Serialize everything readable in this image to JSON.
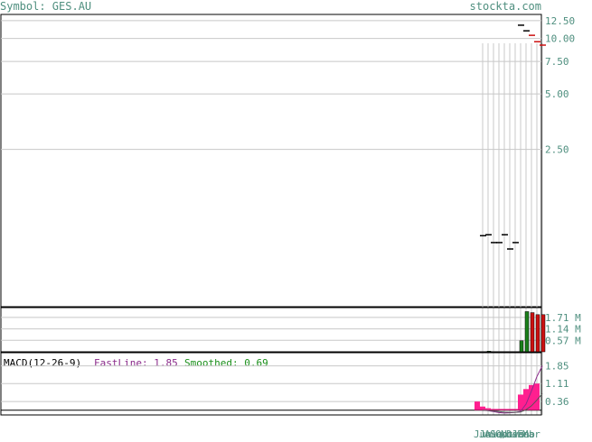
{
  "header": {
    "symbol": "Symbol: GES.AU",
    "brand": "stockta.com"
  },
  "colors": {
    "axis_text": "#4f8f7f",
    "grid": "#c8c8c8",
    "frame": "#000000",
    "up": "#1a7f1a",
    "down": "#cc1111",
    "macd_hist": "#ff1f8f",
    "fastline_label": "#8a2a8a",
    "smoothed_label": "#1a8f1a"
  },
  "chart_data": [
    {
      "type": "line",
      "panel": "price",
      "y_scale": "log",
      "ylim": [
        0.35,
        13.5
      ],
      "y_ticks": [
        "12.50",
        "10.00",
        "7.50",
        "5.00",
        "2.50"
      ],
      "y_tick_values": [
        12.5,
        10.0,
        7.5,
        5.0,
        2.5
      ],
      "bars": [
        {
          "close": 0.85
        },
        {
          "close": 0.86
        },
        {
          "close": 0.78
        },
        {
          "close": 0.78
        },
        {
          "close": 0.86
        },
        {
          "close": 0.72
        },
        {
          "close": 0.78
        },
        {
          "close": 11.8
        },
        {
          "close": 11.0
        },
        {
          "close": 10.4
        },
        {
          "close": 9.6
        },
        {
          "close": 9.2
        }
      ]
    },
    {
      "type": "bar",
      "panel": "volume",
      "ylim": [
        0,
        2.2
      ],
      "y_ticks": [
        "1.71 M",
        "1.14 M",
        "0.57 M"
      ],
      "y_tick_values": [
        1.71,
        1.14,
        0.57
      ],
      "values": [
        0.0,
        0.03,
        0.0,
        0.0,
        0.0,
        0.0,
        0.0,
        0.55,
        2.0,
        1.95,
        1.85,
        1.85
      ],
      "direction": [
        "up",
        "up",
        "up",
        "up",
        "up",
        "up",
        "up",
        "up",
        "up",
        "down",
        "down",
        "down"
      ]
    },
    {
      "type": "area",
      "panel": "macd",
      "title": "MACD(12-26-9)",
      "fastline_label": "FastLine: 1.85",
      "smoothed_label": "Smoothed: 0.69",
      "ylim": [
        -0.2,
        2.4
      ],
      "y_ticks": [
        "1.85",
        "1.11",
        "0.36"
      ],
      "y_tick_values": [
        1.85,
        1.11,
        0.36
      ],
      "histogram": [
        0.36,
        0.15,
        0.08,
        0.05,
        0.05,
        0.05,
        0.05,
        0.05,
        0.65,
        0.88,
        1.05,
        1.11
      ],
      "fastline": [
        0.0,
        -0.02,
        -0.06,
        -0.1,
        -0.12,
        -0.11,
        -0.09,
        -0.05,
        0.25,
        0.8,
        1.4,
        1.85
      ],
      "smoothed": [
        0.0,
        -0.01,
        -0.03,
        -0.06,
        -0.08,
        -0.09,
        -0.09,
        -0.08,
        0.02,
        0.18,
        0.42,
        0.69
      ]
    }
  ],
  "x_axis": {
    "labels": [
      "Jun",
      "Jul",
      "Aug",
      "Sep",
      "Oct",
      "Nov",
      "Dec",
      "Jan",
      "Feb",
      "Mar"
    ]
  }
}
